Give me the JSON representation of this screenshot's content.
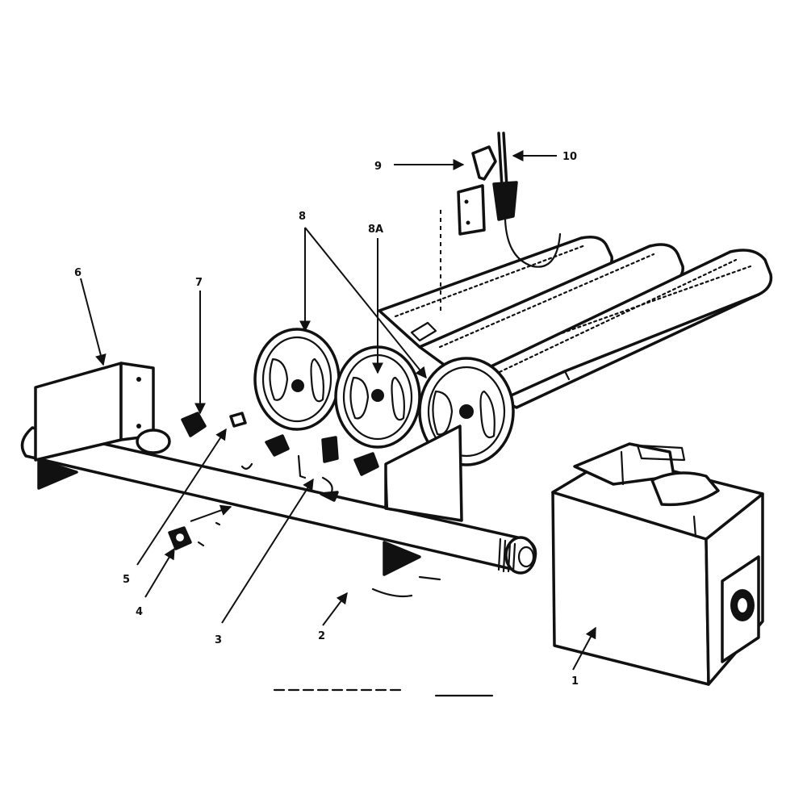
{
  "callouts": {
    "c1": "1",
    "c2": "2",
    "c3": "3",
    "c4": "4",
    "c5": "5",
    "c6": "6",
    "c7": "7",
    "c8": "8",
    "c8a": "8A",
    "c9": "9",
    "c10": "10"
  }
}
